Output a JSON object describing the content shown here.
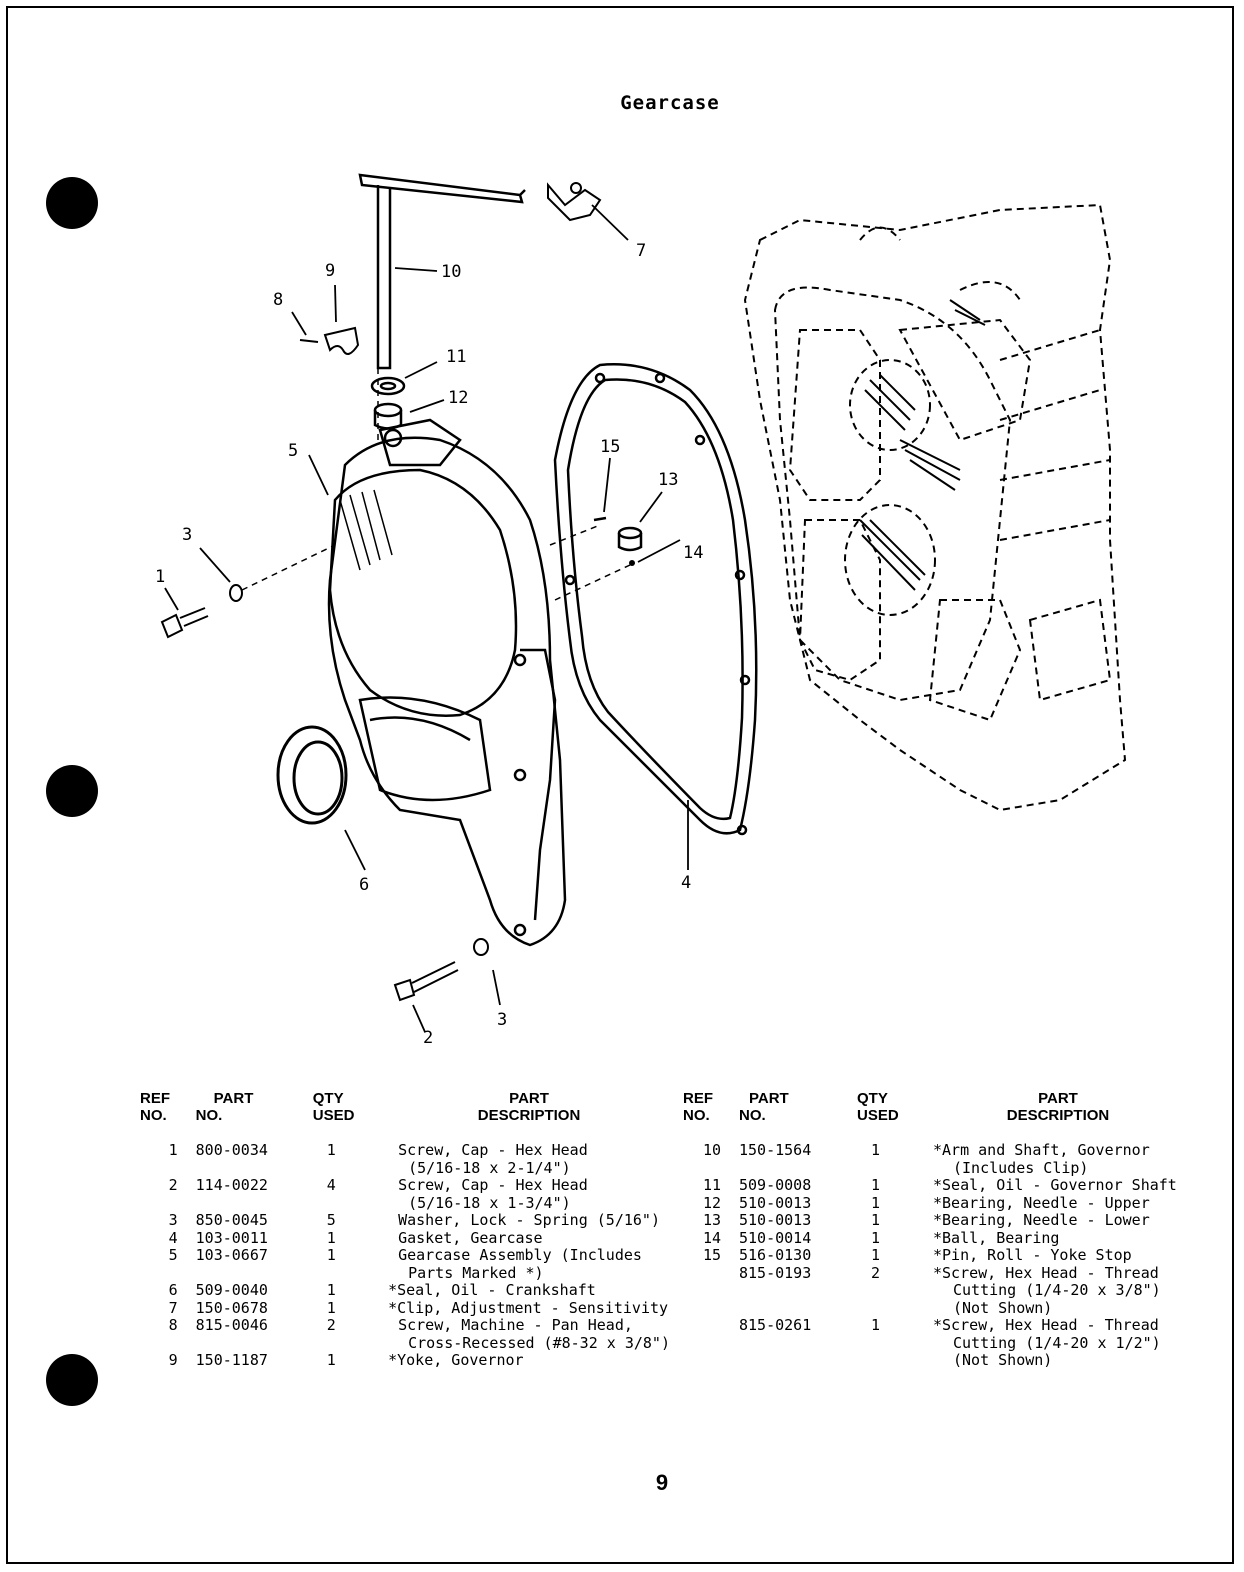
{
  "page": {
    "title": "Gearcase",
    "page_number": "9"
  },
  "callouts": [
    "1",
    "2",
    "3",
    "3",
    "4",
    "5",
    "6",
    "7",
    "8",
    "9",
    "10",
    "11",
    "12",
    "13",
    "14",
    "15"
  ],
  "table_headers": {
    "ref": [
      "REF",
      "NO."
    ],
    "part": [
      "PART",
      "NO."
    ],
    "qty": [
      "QTY",
      "USED"
    ],
    "desc": [
      "PART",
      "DESCRIPTION"
    ]
  },
  "left_table": [
    {
      "ref": "1",
      "part": "800-0034",
      "qty": "1",
      "desc": [
        "Screw, Cap - Hex Head",
        "(5/16-18 x 2-1/4\")"
      ]
    },
    {
      "ref": "2",
      "part": "114-0022",
      "qty": "4",
      "desc": [
        "Screw, Cap - Hex Head",
        "(5/16-18 x 1-3/4\")"
      ]
    },
    {
      "ref": "3",
      "part": "850-0045",
      "qty": "5",
      "desc": [
        "Washer, Lock - Spring (5/16\")"
      ]
    },
    {
      "ref": "4",
      "part": "103-0011",
      "qty": "1",
      "desc": [
        "Gasket, Gearcase"
      ]
    },
    {
      "ref": "5",
      "part": "103-0667",
      "qty": "1",
      "desc": [
        "Gearcase Assembly (Includes",
        "Parts Marked *)"
      ]
    },
    {
      "ref": "6",
      "part": "509-0040",
      "qty": "1",
      "desc": [
        "*Seal, Oil - Crankshaft"
      ]
    },
    {
      "ref": "7",
      "part": "150-0678",
      "qty": "1",
      "desc": [
        "*Clip, Adjustment - Sensitivity"
      ]
    },
    {
      "ref": "8",
      "part": "815-0046",
      "qty": "2",
      "desc": [
        "Screw, Machine - Pan Head,",
        "Cross-Recessed (#8-32 x 3/8\")"
      ]
    },
    {
      "ref": "9",
      "part": "150-1187",
      "qty": "1",
      "desc": [
        "*Yoke, Governor"
      ]
    }
  ],
  "right_table": [
    {
      "ref": "10",
      "part": "150-1564",
      "qty": "1",
      "desc": [
        "*Arm and Shaft, Governor",
        "(Includes Clip)"
      ]
    },
    {
      "ref": "11",
      "part": "509-0008",
      "qty": "1",
      "desc": [
        "*Seal, Oil - Governor Shaft"
      ]
    },
    {
      "ref": "12",
      "part": "510-0013",
      "qty": "1",
      "desc": [
        "*Bearing, Needle - Upper"
      ]
    },
    {
      "ref": "13",
      "part": "510-0013",
      "qty": "1",
      "desc": [
        "*Bearing, Needle - Lower"
      ]
    },
    {
      "ref": "14",
      "part": "510-0014",
      "qty": "1",
      "desc": [
        "*Ball, Bearing"
      ]
    },
    {
      "ref": "15",
      "part": "516-0130",
      "qty": "1",
      "desc": [
        "*Pin, Roll - Yoke Stop"
      ]
    },
    {
      "ref": "",
      "part": "815-0193",
      "qty": "2",
      "desc": [
        "*Screw, Hex Head - Thread",
        "Cutting (1/4-20 x 3/8\")",
        "(Not Shown)"
      ]
    },
    {
      "ref": "",
      "part": "815-0261",
      "qty": "1",
      "desc": [
        "*Screw, Hex Head - Thread",
        "Cutting (1/4-20 x 1/2\")",
        "(Not Shown)"
      ]
    }
  ]
}
